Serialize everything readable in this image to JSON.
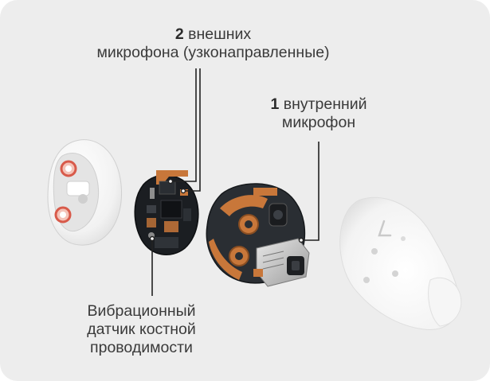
{
  "labels": {
    "external_mics": {
      "count": "2",
      "line1": "внешних",
      "line2": "микрофона (узконаправленные)"
    },
    "internal_mic": {
      "count": "1",
      "line1": "внутренний",
      "line2": "микрофон"
    },
    "bone_sensor": {
      "line1": "Вибрационный",
      "line2": "датчик костной",
      "line3": "проводимости"
    }
  },
  "colors": {
    "background": "#ededed",
    "leader_line": "#222222",
    "copper": "#c8773a",
    "pcb": "#1b1e22",
    "shell": "#f7f7f7"
  }
}
